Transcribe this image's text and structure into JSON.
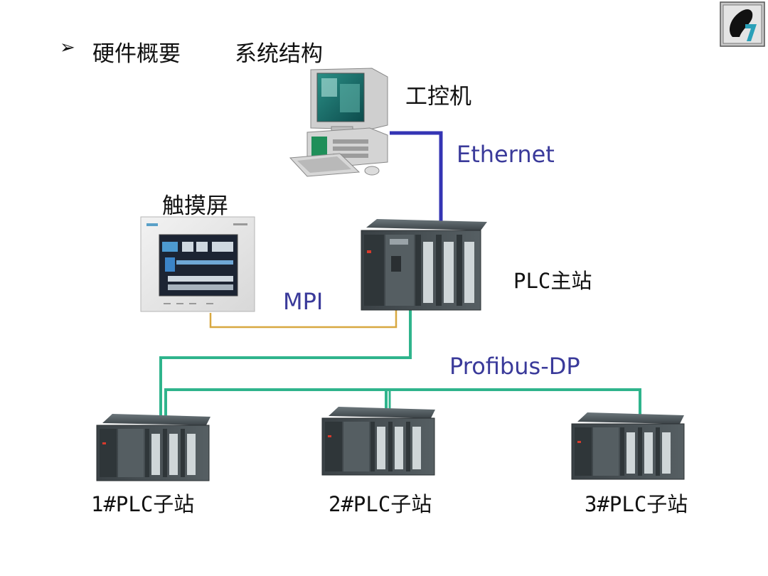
{
  "header": {
    "bullet": "➢",
    "title": "硬件概要",
    "subtitle": "系统结构"
  },
  "nodes": {
    "ipc": "工控机",
    "hmi": "触摸屏",
    "master": "PLC主站",
    "slave1": "1#PLC子站",
    "slave2": "2#PLC子站",
    "slave3": "3#PLC子站"
  },
  "networks": {
    "ethernet": {
      "label": "Ethernet",
      "color": "#3434b4"
    },
    "mpi": {
      "label": "MPI",
      "color": "#d8a840"
    },
    "profibus": {
      "label": "Profibus-DP",
      "color": "#2fb48c"
    }
  },
  "colors": {
    "label_blue": "#3a3a9a",
    "plc_body": "#4a5256",
    "plc_dark": "#2e3438",
    "plc_light": "#7d8a8f"
  },
  "icons": {
    "corner": "step7-logo-icon"
  }
}
